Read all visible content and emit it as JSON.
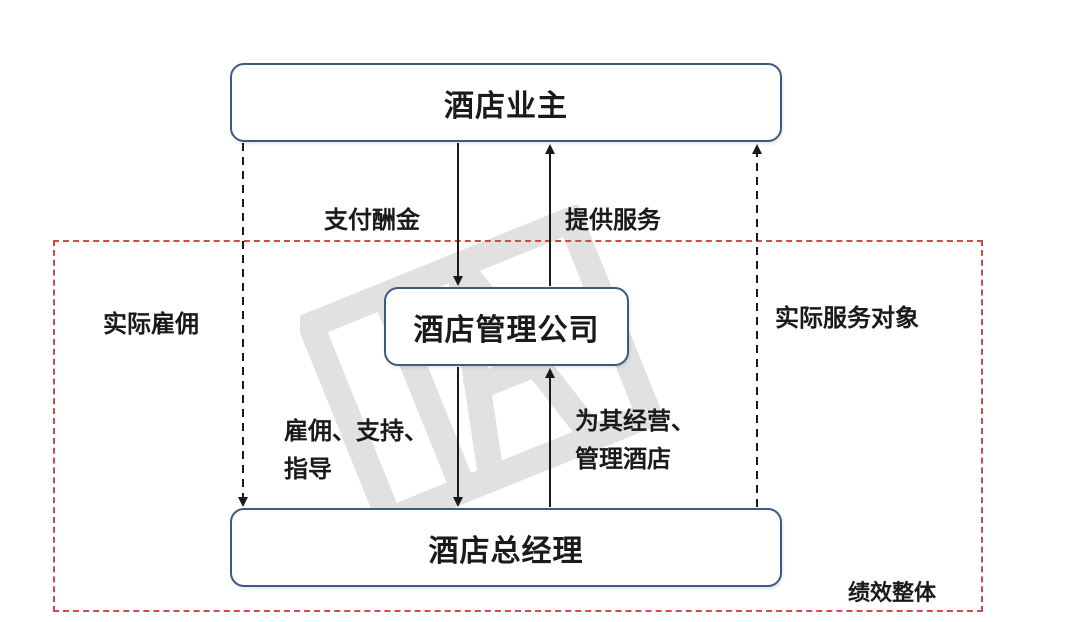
{
  "nodes": {
    "owner": "酒店业主",
    "company": "酒店管理公司",
    "gm": "酒店总经理"
  },
  "edges": {
    "pay": "支付酬金",
    "service": "提供服务",
    "employ_actual": "实际雇佣",
    "serve_actual": "实际服务对象",
    "employ_support_1": "雇佣、支持、",
    "employ_support_2": "指导",
    "operate_1": "为其经营、",
    "operate_2": "管理酒店"
  },
  "region": {
    "performance": "绩效整体"
  },
  "colors": {
    "box_border": "#3d5a80",
    "region_border": "#d04a4a",
    "arrow": "#1a1a1a"
  }
}
